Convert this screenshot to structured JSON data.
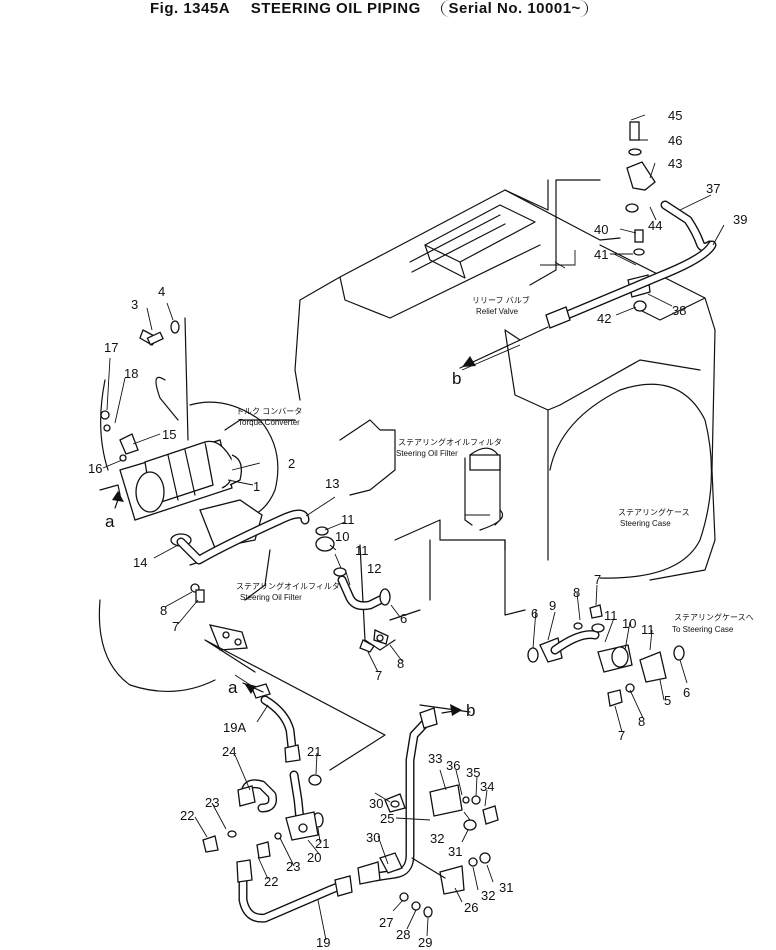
{
  "header": {
    "fig": "Fig. 1345A",
    "title": "STEERING OIL PIPING",
    "serial": "Serial No. 10001~"
  },
  "captions": {
    "torque_converter_jp": "トルク コンバータ",
    "torque_converter_en": "Torque Converter",
    "relief_valve_jp": "リリーフ バルブ",
    "relief_valve_en": "Relief Valve",
    "steering_filter_jp": "ステアリングオイルフィルタ",
    "steering_filter_en": "Steering Oil Filter",
    "steering_filter2_jp": "ステアリングオイルフィルタ",
    "steering_filter2_en": "Steering Oil Filter",
    "steering_case_jp": "ステアリングケース",
    "steering_case_en": "Steering Case",
    "to_case_jp": "ステアリングケースへ",
    "to_case_en": "To Steering Case"
  },
  "refs": {
    "a": "a",
    "b": "b"
  },
  "callouts": [
    {
      "id": "c1",
      "text": "1"
    },
    {
      "id": "c2",
      "text": "2"
    },
    {
      "id": "c3",
      "text": "3"
    },
    {
      "id": "c4",
      "text": "4"
    },
    {
      "id": "c5",
      "text": "5"
    },
    {
      "id": "c6a",
      "text": "6"
    },
    {
      "id": "c6b",
      "text": "6"
    },
    {
      "id": "c6c",
      "text": "6"
    },
    {
      "id": "c7a",
      "text": "7"
    },
    {
      "id": "c7b",
      "text": "7"
    },
    {
      "id": "c7c",
      "text": "7"
    },
    {
      "id": "c7d",
      "text": "7"
    },
    {
      "id": "c8a",
      "text": "8"
    },
    {
      "id": "c8b",
      "text": "8"
    },
    {
      "id": "c8c",
      "text": "8"
    },
    {
      "id": "c8d",
      "text": "8"
    },
    {
      "id": "c9",
      "text": "9"
    },
    {
      "id": "c10a",
      "text": "10"
    },
    {
      "id": "c10b",
      "text": "10"
    },
    {
      "id": "c11a",
      "text": "11"
    },
    {
      "id": "c11b",
      "text": "11"
    },
    {
      "id": "c11c",
      "text": "11"
    },
    {
      "id": "c11d",
      "text": "11"
    },
    {
      "id": "c12",
      "text": "12"
    },
    {
      "id": "c13",
      "text": "13"
    },
    {
      "id": "c14",
      "text": "14"
    },
    {
      "id": "c15",
      "text": "15"
    },
    {
      "id": "c16",
      "text": "16"
    },
    {
      "id": "c17",
      "text": "17"
    },
    {
      "id": "c18",
      "text": "18"
    },
    {
      "id": "c19a",
      "text": "19A"
    },
    {
      "id": "c19",
      "text": "19"
    },
    {
      "id": "c20",
      "text": "20"
    },
    {
      "id": "c21a",
      "text": "21"
    },
    {
      "id": "c21b",
      "text": "21"
    },
    {
      "id": "c22a",
      "text": "22"
    },
    {
      "id": "c22b",
      "text": "22"
    },
    {
      "id": "c23a",
      "text": "23"
    },
    {
      "id": "c23b",
      "text": "23"
    },
    {
      "id": "c24",
      "text": "24"
    },
    {
      "id": "c25",
      "text": "25"
    },
    {
      "id": "c26",
      "text": "26"
    },
    {
      "id": "c27",
      "text": "27"
    },
    {
      "id": "c28",
      "text": "28"
    },
    {
      "id": "c29",
      "text": "29"
    },
    {
      "id": "c30a",
      "text": "30"
    },
    {
      "id": "c30b",
      "text": "30"
    },
    {
      "id": "c31a",
      "text": "31"
    },
    {
      "id": "c31b",
      "text": "31"
    },
    {
      "id": "c32a",
      "text": "32"
    },
    {
      "id": "c32b",
      "text": "32"
    },
    {
      "id": "c33",
      "text": "33"
    },
    {
      "id": "c34",
      "text": "34"
    },
    {
      "id": "c35",
      "text": "35"
    },
    {
      "id": "c36",
      "text": "36"
    },
    {
      "id": "c37",
      "text": "37"
    },
    {
      "id": "c38",
      "text": "38"
    },
    {
      "id": "c39",
      "text": "39"
    },
    {
      "id": "c40",
      "text": "40"
    },
    {
      "id": "c41",
      "text": "41"
    },
    {
      "id": "c42",
      "text": "42"
    },
    {
      "id": "c43",
      "text": "43"
    },
    {
      "id": "c44",
      "text": "44"
    },
    {
      "id": "c45",
      "text": "45"
    },
    {
      "id": "c46",
      "text": "46"
    }
  ]
}
